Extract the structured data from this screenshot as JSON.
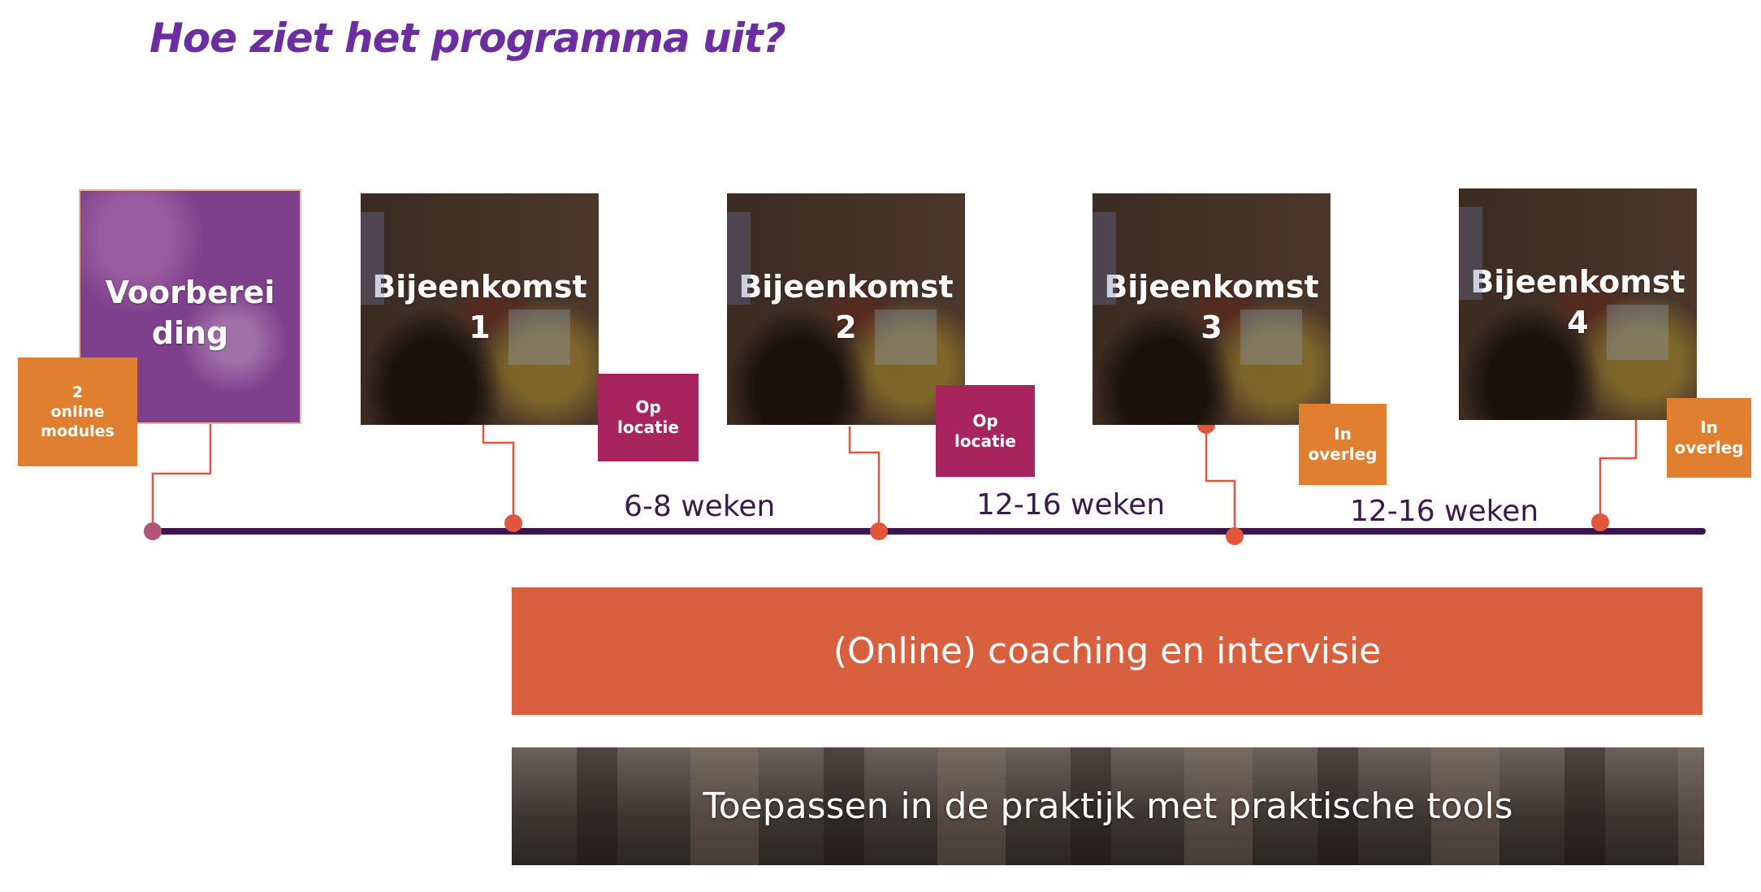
{
  "title": "Hoe ziet het programma uit?",
  "colors": {
    "title": "#6b2d9f",
    "timeline": "#3d1352",
    "dot": "#e2563e",
    "dot_first": "#b25575",
    "orange": "#e07f30",
    "magenta": "#a8245f",
    "coaching": "#d9603f"
  },
  "stages": [
    {
      "label": "Voorberei\nding",
      "tag": "2\nonline\nmodules"
    },
    {
      "label": "Bijeenkomst\n1",
      "tag": "Op\nlocatie"
    },
    {
      "label": "Bijeenkomst\n2",
      "tag": "Op\nlocatie"
    },
    {
      "label": "Bijeenkomst\n3",
      "tag": "In\noverleg"
    },
    {
      "label": "Bijeenkomst\n4",
      "tag": "In\noverleg"
    }
  ],
  "spans": [
    "6-8 weken",
    "12-16 weken",
    "12-16 weken"
  ],
  "bars": {
    "coaching": "(Online) coaching en intervisie",
    "practice": "Toepassen in de praktijk met praktische tools"
  }
}
